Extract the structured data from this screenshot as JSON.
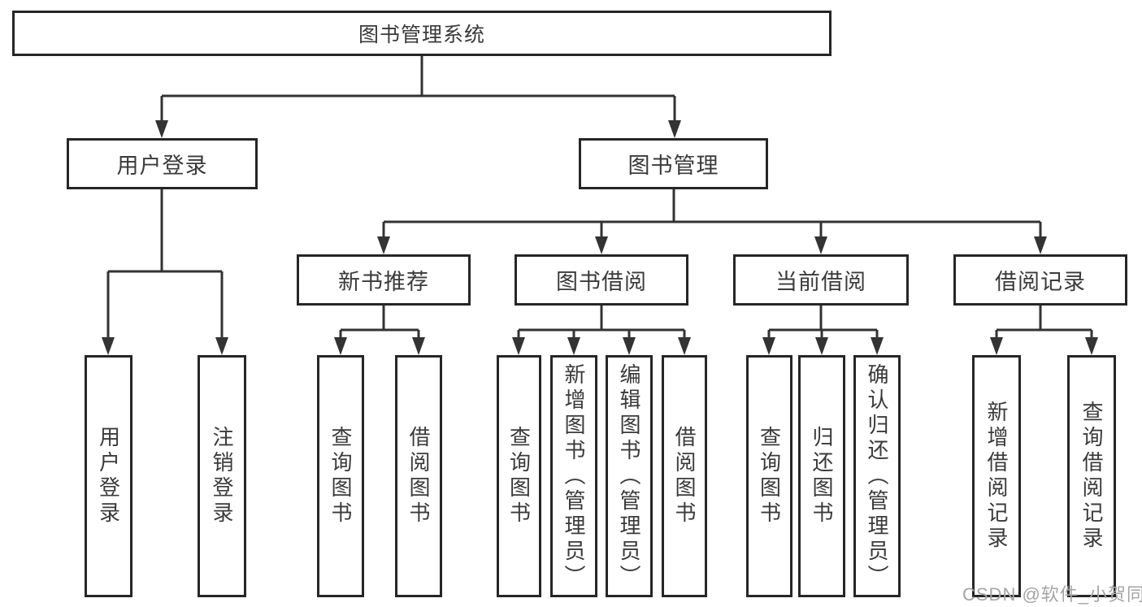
{
  "tree": {
    "root": {
      "label": "图书管理系统",
      "children": [
        {
          "label": "用户登录",
          "children": [
            {
              "label": "用户登录"
            },
            {
              "label": "注销登录"
            }
          ]
        },
        {
          "label": "图书管理",
          "children": [
            {
              "label": "新书推荐",
              "children": [
                {
                  "label": "查询图书"
                },
                {
                  "label": "借阅图书"
                }
              ]
            },
            {
              "label": "图书借阅",
              "children": [
                {
                  "label": "查询图书"
                },
                {
                  "label": "新增图书（管理员）"
                },
                {
                  "label": "编辑图书（管理员）"
                },
                {
                  "label": "借阅图书"
                }
              ]
            },
            {
              "label": "当前借阅",
              "children": [
                {
                  "label": "查询图书"
                },
                {
                  "label": "归还图书"
                },
                {
                  "label": "确认归还（管理员）"
                }
              ]
            },
            {
              "label": "借阅记录",
              "children": [
                {
                  "label": "新增借阅记录"
                },
                {
                  "label": "查询借阅记录"
                }
              ]
            }
          ]
        }
      ]
    }
  },
  "watermark": {
    "text": "CSDN @软件_小贺同学"
  },
  "colors": {
    "line": "#333333",
    "border": "#262626",
    "text": "#3a3a3a",
    "background": "#ffffff",
    "watermark": "#a5a5a5"
  }
}
